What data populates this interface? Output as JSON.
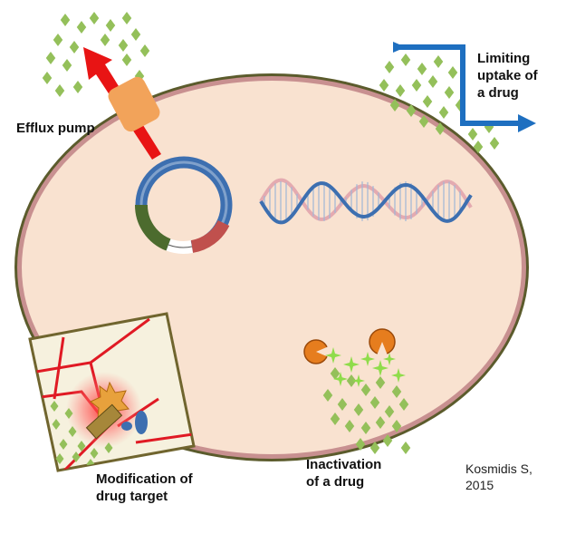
{
  "labels": {
    "efflux": "Efflux pump",
    "limiting": [
      "Limiting",
      "uptake of",
      "a drug"
    ],
    "modification": [
      "Modification of",
      "drug target"
    ],
    "inactivation": [
      "Inactivation",
      "of a drug"
    ],
    "credit": [
      "Kosmidis S,",
      "2015"
    ]
  },
  "colors": {
    "cytoplasm": "#f9e2d0",
    "membrane_outer": "#5b5b2c",
    "membrane_inner": "#c89090",
    "drug": "#94c05a",
    "efflux_arrow": "#e81414",
    "pump": "#f2a35a",
    "uptake_arrow": "#1e6fc0",
    "plasmid": "#3d6fb0",
    "dna_strand_a": "#3d6fb0",
    "dna_strand_b": "#e4aab0",
    "enzyme": "#e67d1e",
    "inactivated_drug": "#8fdc4a"
  }
}
